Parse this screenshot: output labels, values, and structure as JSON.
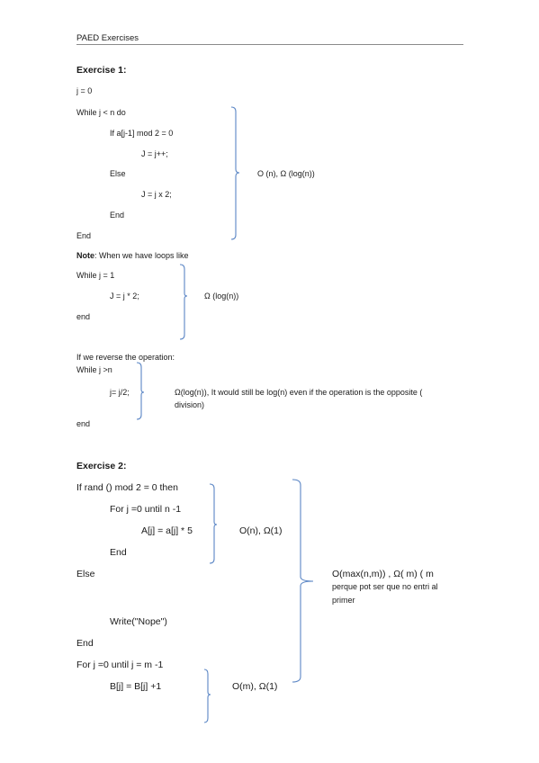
{
  "header": {
    "title": "PAED Exercises"
  },
  "exercise1": {
    "heading": "Exercise 1:",
    "lines": [
      "j = 0",
      "While j < n do",
      "If a[j-1] mod 2 = 0",
      "J = j++;",
      "Else",
      "J = j x 2;",
      "End",
      "End"
    ],
    "complexity": "O (n), Ω (log(n))"
  },
  "note": {
    "label": "Note",
    "text": ": When we have loops like",
    "lines": [
      "While j = 1",
      "J = j * 2;",
      "end"
    ],
    "complexity": "Ω (log(n))"
  },
  "reverse": {
    "intro": "If we reverse the operation:",
    "lines": [
      "While j >n",
      "j= j/2;",
      "end"
    ],
    "comment_line1": "Ω(log(n)), It would still be log(n) even if the operation is the opposite (",
    "comment_line2": "division)"
  },
  "exercise2": {
    "heading": "Exercise 2:",
    "lines": [
      "If rand () mod 2 = 0 then",
      "For j =0 until n -1",
      "A[j] = a[j] * 5",
      "End",
      "Else",
      "Write(\"Nope\")",
      "End",
      "For j =0 until j = m -1",
      "B[j] = B[j] +1"
    ],
    "inner_complexity_1": "O(n), Ω(1)",
    "inner_complexity_2": "O(m), Ω(1)",
    "overall_line1": "O(max(n,m)) , Ω( m) ( m",
    "overall_line2": "perque pot ser que no entri al",
    "overall_line3": "primer"
  },
  "colors": {
    "brace": "#5b86c5",
    "rule": "#8a8a8a",
    "text": "#1a1a1a"
  }
}
